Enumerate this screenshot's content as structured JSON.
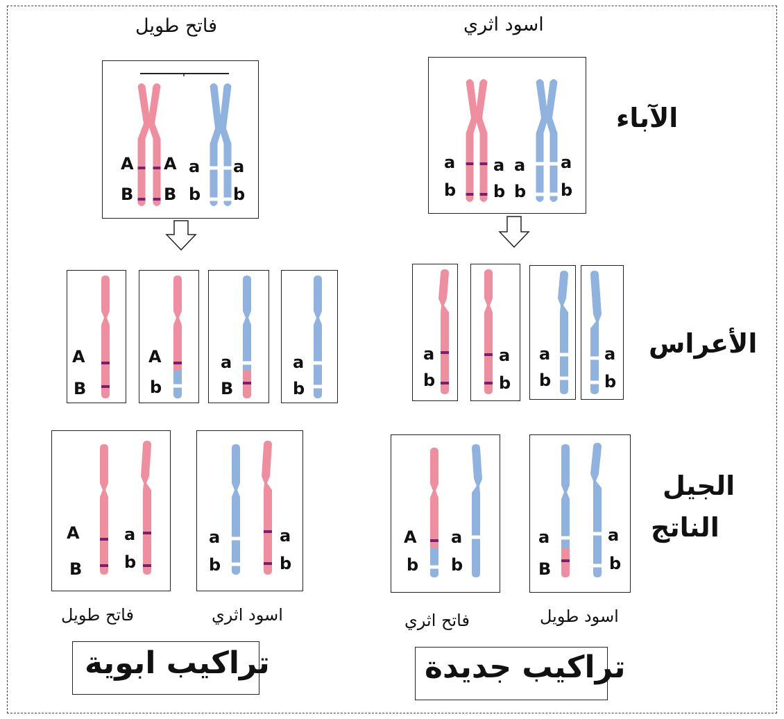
{
  "parents": {
    "left_title": "فاتح طويل",
    "right_title": "اسود اثري"
  },
  "row_labels": {
    "parents": "الآباء",
    "gametes": "الأعراس",
    "offspring_line1": "الجيل",
    "offspring_line2": "الناتج"
  },
  "offspring_captions": {
    "left_a": "فاتح طويل",
    "left_b": "اسود اثري",
    "right_a": "فاتح اثري",
    "right_b": "اسود طويل"
  },
  "bottom_boxes": {
    "left": "تراكيب ابوية",
    "right": "تراكيب جديدة"
  },
  "allele_labels": {
    "A": "A",
    "B": "B",
    "a": "a",
    "b": "b"
  },
  "colors": {
    "pink": "#ef8e9e",
    "blue": "#8fb2de",
    "band": "#7a1f6e",
    "gap": "#ffffff"
  }
}
